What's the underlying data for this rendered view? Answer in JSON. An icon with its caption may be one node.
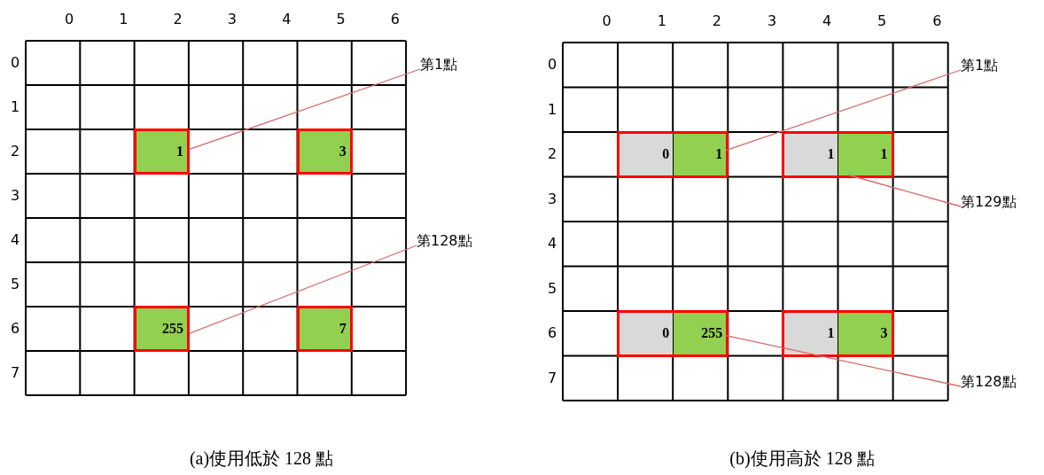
{
  "diagram": {
    "nodes": [
      {
        "text": [
          "1"
        ]
      },
      {
        "text": [
          "3"
        ]
      },
      {
        "text": [
          "255"
        ]
      },
      {
        "text": [
          "7"
        ]
      },
      {
        "text": [
          "第1點"
        ]
      },
      {
        "text": [
          "第128點"
        ]
      },
      {
        "text": [],
        "shape": "box"
      },
      {
        "text": [
          "0"
        ],
        "in": 6
      },
      {
        "text": [
          "1"
        ],
        "in": 6
      },
      {
        "text": [],
        "shape": "box"
      },
      {
        "text": [
          "1"
        ],
        "in": 9
      },
      {
        "text": [
          "1"
        ],
        "in": 9
      },
      {
        "text": [],
        "shape": "box"
      },
      {
        "text": [
          "0"
        ],
        "in": 12
      },
      {
        "text": [
          "255"
        ],
        "in": 12
      },
      {
        "text": [],
        "shape": "box"
      },
      {
        "text": [
          "1"
        ],
        "in": 15
      },
      {
        "text": [
          "3"
        ],
        "in": 15
      },
      {
        "text": [
          "第1點"
        ]
      },
      {
        "text": [
          "第129點"
        ]
      },
      {
        "text": [
          "第128點"
        ]
      }
    ],
    "edges": [
      {
        "from": 4,
        "to": 0,
        "arrow": "none"
      },
      {
        "from": 5,
        "to": 2,
        "arrow": "none"
      },
      {
        "from": 18,
        "to": 8,
        "arrow": "none"
      },
      {
        "from": 19,
        "to": 11,
        "arrow": "none"
      },
      {
        "from": 20,
        "to": 14,
        "arrow": "none"
      }
    ],
    "labels": [
      "0",
      "1",
      "2",
      "3",
      "4",
      "5",
      "6",
      "0",
      "1",
      "2",
      "3",
      "4",
      "5",
      "6",
      "7",
      "0",
      "1",
      "2",
      "3",
      "4",
      "5",
      "6",
      "0",
      "1",
      "2",
      "3",
      "4",
      "5",
      "6",
      "7",
      "(a)使用低於 128 點",
      "(b)使用高於 128 點"
    ]
  }
}
